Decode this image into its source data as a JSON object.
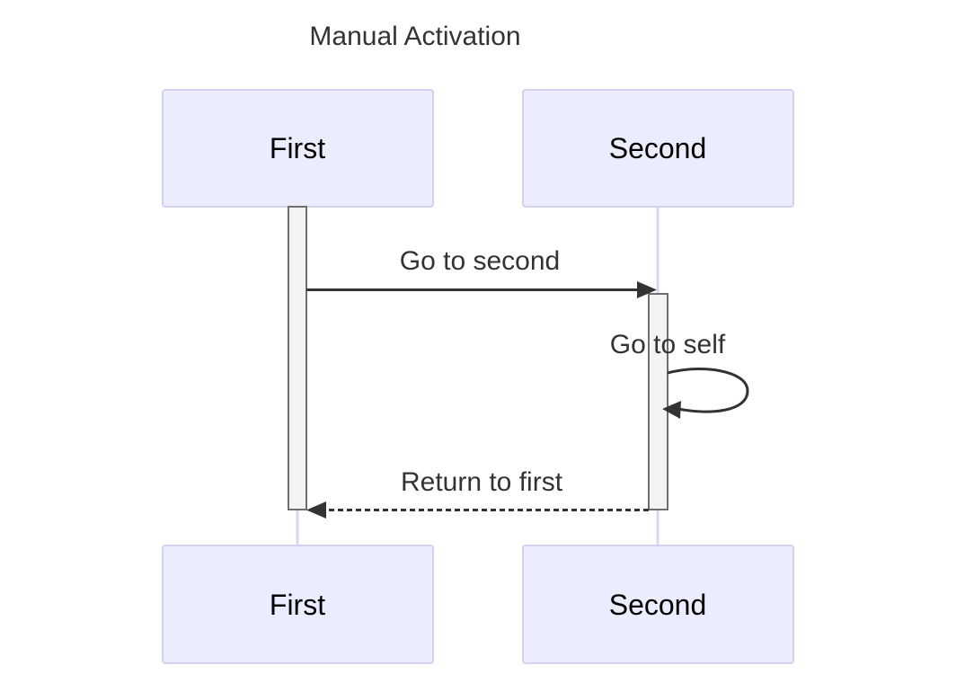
{
  "diagram": {
    "title": "Manual Activation",
    "participants": [
      {
        "id": "first",
        "label": "First"
      },
      {
        "id": "second",
        "label": "Second"
      }
    ],
    "messages": [
      {
        "from": "first",
        "to": "second",
        "label": "Go to second",
        "style": "solid"
      },
      {
        "from": "second",
        "to": "second",
        "label": "Go to self",
        "style": "solid"
      },
      {
        "from": "second",
        "to": "first",
        "label": "Return to first",
        "style": "dashed"
      }
    ]
  },
  "colors": {
    "actor_fill": "#ECECFF",
    "actor_border": "#D4D0F0",
    "lifeline": "#DCD4F0",
    "activation_fill": "#F4F4F4",
    "activation_border": "#6F6F6F",
    "line": "#333333",
    "text": "#333333"
  }
}
